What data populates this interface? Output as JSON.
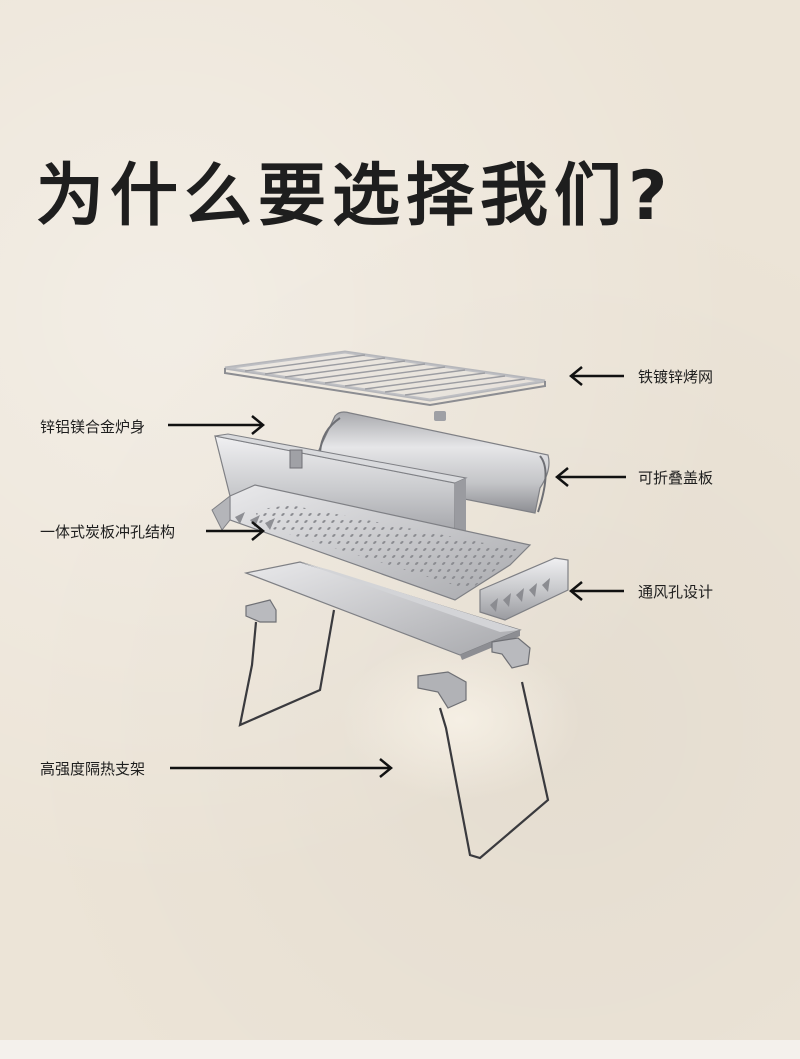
{
  "headline": "为什么要选择我们?",
  "callouts": {
    "grill_net": "铁镀锌烤网",
    "body": "锌铝镁合金炉身",
    "lid": "可折叠盖板",
    "charcoal_plate": "一体式炭板冲孔结构",
    "vents": "通风孔设计",
    "stand": "高强度隔热支架"
  },
  "colors": {
    "background": "#ece4d7",
    "text": "#1e1e1e",
    "arrow": "#111111",
    "metal_light": "#e4e4e6",
    "metal_mid": "#c3c4c8",
    "metal_dark": "#8f9095"
  }
}
